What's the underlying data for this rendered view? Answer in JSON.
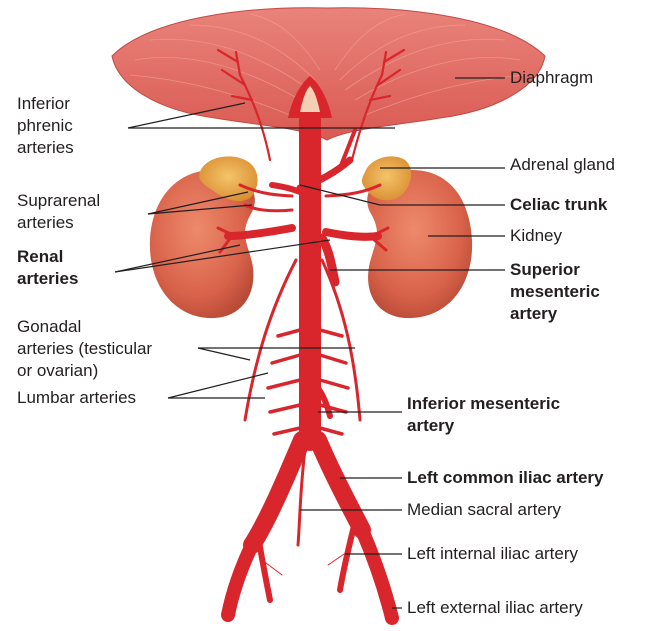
{
  "labels": {
    "diaphragm": "Diaphragm",
    "inferior_phrenic": [
      "Inferior",
      "phrenic",
      "arteries"
    ],
    "adrenal_gland": "Adrenal gland",
    "suprarenal": [
      "Suprarenal",
      "arteries"
    ],
    "celiac_trunk": "Celiac trunk",
    "kidney": "Kidney",
    "renal": [
      "Renal",
      "arteries"
    ],
    "superior_mesenteric": [
      "Superior",
      "mesenteric",
      "artery"
    ],
    "gonadal": [
      "Gonadal",
      "arteries (testicular",
      "or ovarian)"
    ],
    "lumbar": "Lumbar arteries",
    "inferior_mesenteric": [
      "Inferior mesenteric",
      "artery"
    ],
    "left_common_iliac": "Left common iliac artery",
    "median_sacral": "Median sacral artery",
    "left_internal_iliac": "Left internal iliac artery",
    "left_external_iliac": "Left external iliac artery"
  },
  "colors": {
    "artery": "#d8262c",
    "artery_dark": "#b71c22",
    "diaphragm": "#e0665f",
    "kidney": "#dc6a50",
    "adrenal": "#eba445",
    "leader_line": "#231f20"
  }
}
